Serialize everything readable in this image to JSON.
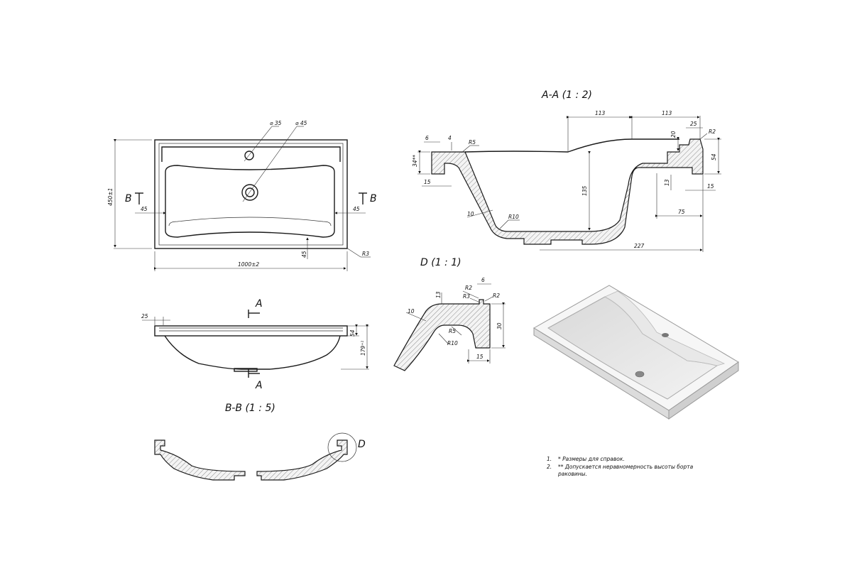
{
  "views": {
    "aa_title": "A-A (1 : 2)",
    "d_title": "D (1 : 1)",
    "bb_title": "B-B (1 : 5)"
  },
  "markers": {
    "section_b": "B",
    "section_a": "A",
    "detail_d": "D"
  },
  "dims_top": {
    "d35": "⌀ 35",
    "d45": "⌀ 45",
    "height": "450±1",
    "width": "1000±2",
    "left45": "45",
    "right45": "45",
    "bottom45": "45",
    "r3": "R3"
  },
  "dims_side": {
    "d25": "25",
    "d54": "54",
    "d179": "179⁺¹"
  },
  "dims_aa": {
    "d113a": "113",
    "d113b": "113",
    "d6": "6",
    "d4": "4",
    "r5": "R5",
    "d34": "34**",
    "d15a": "15",
    "d135": "135",
    "d10": "10",
    "r10": "R10",
    "d20": "20",
    "d25": "25",
    "r2": "R2",
    "d54": "54",
    "d13": "13",
    "d15b": "15",
    "d75": "75",
    "d227": "227"
  },
  "dims_d": {
    "r2a": "R2",
    "d6": "6",
    "r3": "R3",
    "r2b": "R2",
    "d13": "13",
    "d10": "10",
    "r5": "R5",
    "r10": "R10",
    "d30": "30",
    "d15": "15"
  },
  "notes": {
    "n1_num": "1.",
    "n1_text": "* Размеры для справок.",
    "n2_num": "2.",
    "n2_text": "** Допускается неравномерность высоты борта",
    "n2_cont": "раковины."
  }
}
